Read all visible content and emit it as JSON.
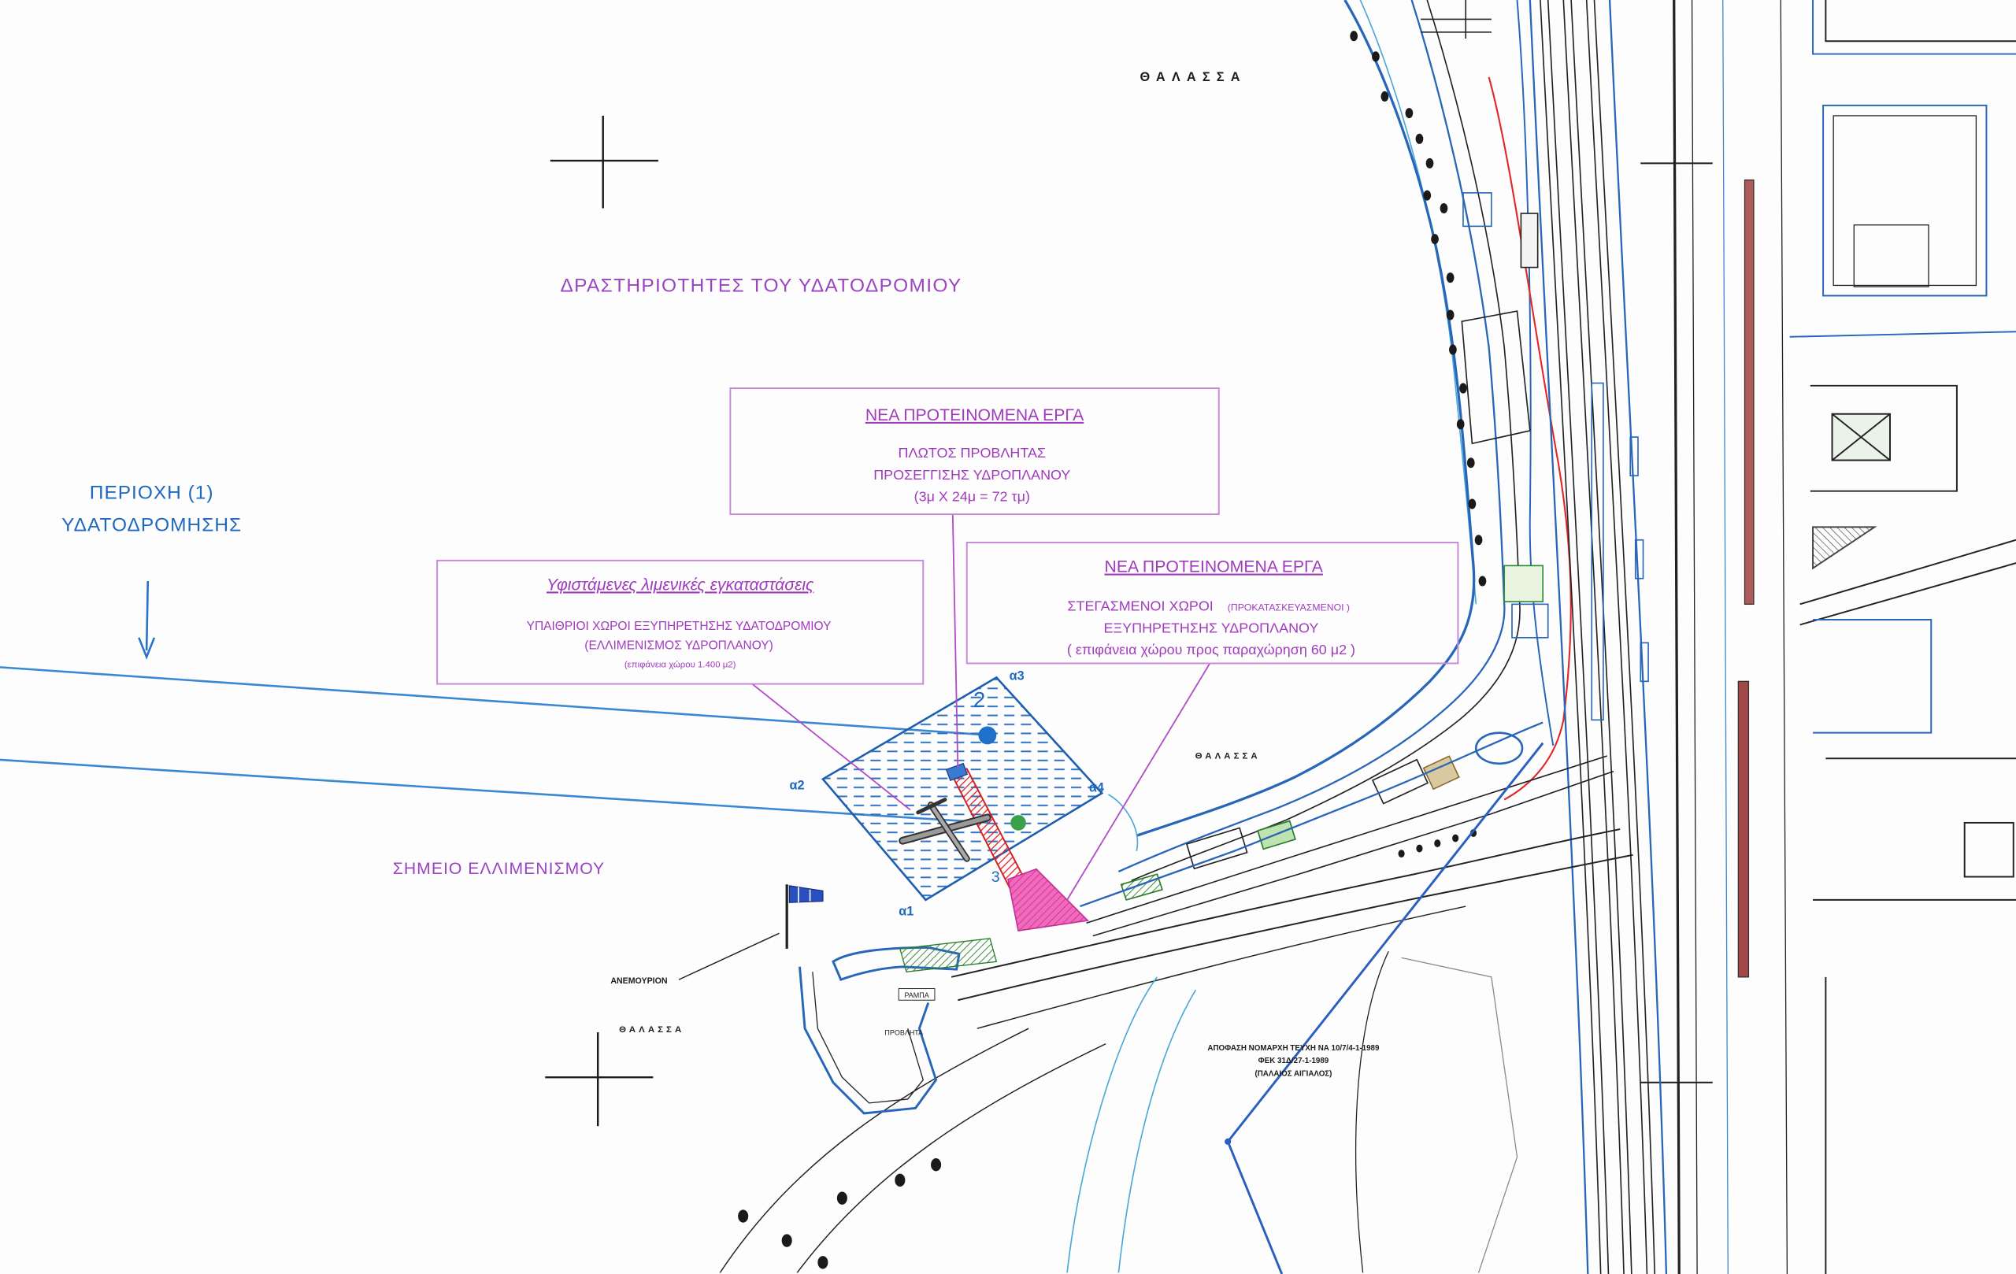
{
  "map": {
    "sea_label_top": "ΘΑΛΑΣΣΑ",
    "activities_label": "ΔΡΑΣΤΗΡΙΟΤΗΤΕΣ ΤΟΥ ΥΔΑΤΟΔΡΟΜΙΟΥ",
    "area_label": {
      "line1": "ΠΕΡΙΟΧΗ (1)",
      "line2": "ΥΔΑΤΟΔΡΟΜΗΣΗΣ"
    },
    "docking_point_label": "ΣΗΜΕΙΟ ΕΛΛΙΜΕΝΙΣΜΟΥ",
    "sea_label_middle": "ΘΑΛΑΣΣΑ",
    "sea_label_bottom": "ΘΑΛΑΣΣΑ",
    "windsock_label": "ΑΝΕΜΟΥΡΙΟΝ",
    "boxes": {
      "floating_pier": {
        "title": "ΝΕΑ ΠΡΟΤΕΙΝΟΜΕΝΑ ΕΡΓΑ",
        "line1": "ΠΛΩΤΟΣ ΠΡΟΒΛΗΤΑΣ",
        "line2": "ΠΡΟΣΕΓΓΙΣΗΣ ΥΔΡΟΠΛΑΝΟΥ",
        "line3": "(3μ Χ 24μ = 72 τμ)"
      },
      "existing_facilities": {
        "title": "Υφιστάμενες λιμενικές εγκαταστάσεις",
        "line1": "ΥΠΑΙΘΡΙΟΙ ΧΩΡΟΙ ΕΞΥΠΗΡΕΤΗΣΗΣ ΥΔΑΤΟΔΡΟΜΙΟΥ",
        "line2": "(ΕΛΛΙΜΕΝΙΣΜΟΣ ΥΔΡΟΠΛΑΝΟΥ)",
        "line3": "(επιφάνεια χώρου 1.400 μ2)"
      },
      "covered_spaces": {
        "title": "ΝΕΑ ΠΡΟΤΕΙΝΟΜΕΝΑ ΕΡΓΑ",
        "line1a": "ΣΤΕΓΑΣΜΕΝΟΙ ΧΩΡΟΙ",
        "line1b": "(ΠΡΟΚΑΤΑΣΚΕΥΑΣΜΕΝΟΙ )",
        "line2": "ΕΞΥΠΗΡΕΤΗΣΗΣ ΥΔΡΟΠΛΑΝΟΥ",
        "line3": "( επιφάνεια χώρου προς παραχώρηση 60 μ2 )"
      }
    },
    "vertex_labels": [
      "α1",
      "α2",
      "α3",
      "α4"
    ],
    "point_labels": [
      "2",
      "3"
    ],
    "small_labels": {
      "ramp": "ΡΑΜΠΑ",
      "pier": "ΠΡΟΒΛΗΤΑ"
    },
    "decision_note": [
      "ΑΠΟΦΑΣΗ ΝΟΜΑΡΧΗ ΤΕΥΧΗ ΝΑ 10/7/4-1-1989",
      "ΦΕΚ 31Δ/27-1-1989",
      "(ΠΑΛΑΙΟΣ ΑΙΓΙΑΛΟΣ)"
    ],
    "colors": {
      "purple": "#9a45c2",
      "boxtext": "#a13bbd",
      "boxborder": "#c88ad8",
      "leader": "#b04ac8",
      "blue": "#1f68c0",
      "proposed_pier": "#e02828",
      "covered_area": "#ec6ac8"
    }
  }
}
